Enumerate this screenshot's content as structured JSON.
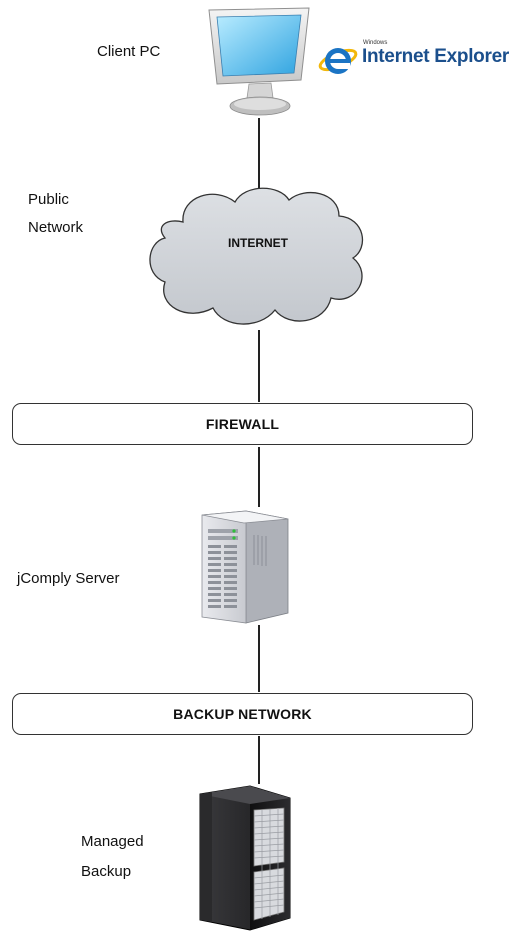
{
  "nodes": {
    "client_label": "Client PC",
    "ie_logo_small": "Windows",
    "ie_logo_main": "Internet Explorer",
    "public_label_line1": "Public",
    "public_label_line2": "Network",
    "cloud_text": "INTERNET",
    "firewall_text": "FIREWALL",
    "server_label": "jComply Server",
    "backup_network_text": "BACKUP NETWORK",
    "managed_label_line1": "Managed",
    "managed_label_line2": "Backup"
  },
  "colors": {
    "ie_blue": "#1b74c4",
    "cloud_fill": "#cfd3d8",
    "server_light": "#d9dbe0",
    "server_dark": "#1c1c1e"
  },
  "icons": [
    "monitor-icon",
    "ie-logo-icon",
    "cloud-icon",
    "server-icon",
    "backup-server-icon"
  ]
}
